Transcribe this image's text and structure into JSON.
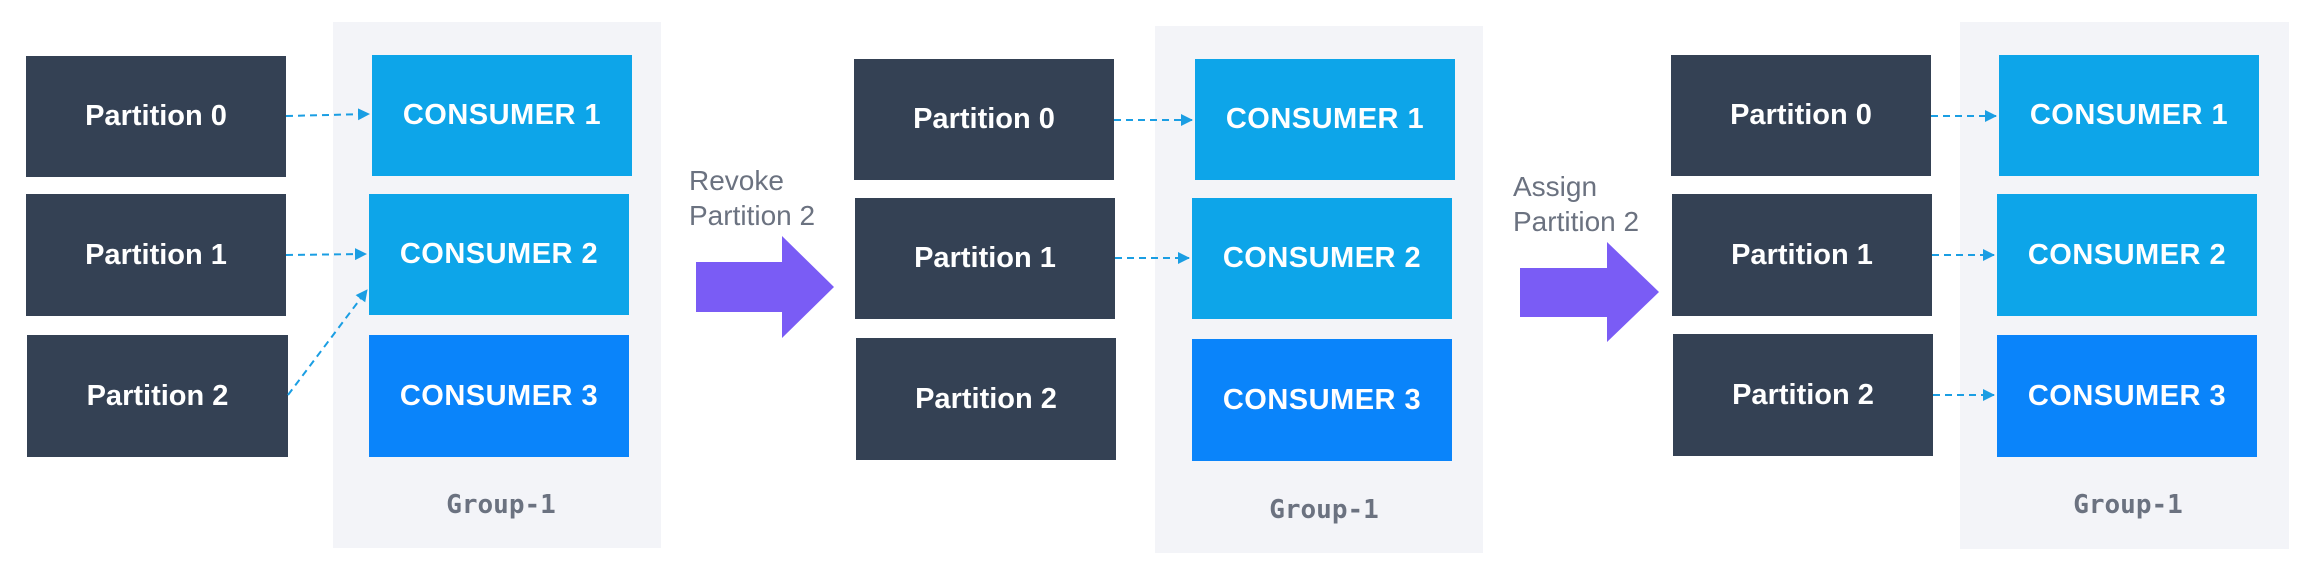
{
  "colors": {
    "partition": "#344154",
    "consumer_1": "#0da5e9",
    "consumer_2": "#0da5e9",
    "consumer_3": "#0a84fa",
    "group_panel": "#f3f4f8",
    "arrow": "#7a5cf5",
    "connector": "#1a9ee3"
  },
  "stages": [
    {
      "partitions": [
        "Partition 0",
        "Partition 1",
        "Partition 2"
      ],
      "consumers": [
        "CONSUMER 1",
        "CONSUMER 2",
        "CONSUMER 3"
      ],
      "group_label": "Group-1",
      "assignments": [
        [
          0,
          0
        ],
        [
          1,
          1
        ],
        [
          2,
          1
        ]
      ]
    },
    {
      "partitions": [
        "Partition 0",
        "Partition 1",
        "Partition 2"
      ],
      "consumers": [
        "CONSUMER 1",
        "CONSUMER 2",
        "CONSUMER 3"
      ],
      "group_label": "Group-1",
      "assignments": [
        [
          0,
          0
        ],
        [
          1,
          1
        ]
      ]
    },
    {
      "partitions": [
        "Partition 0",
        "Partition 1",
        "Partition 2"
      ],
      "consumers": [
        "CONSUMER 1",
        "CONSUMER 2",
        "CONSUMER 3"
      ],
      "group_label": "Group-1",
      "assignments": [
        [
          0,
          0
        ],
        [
          1,
          1
        ],
        [
          2,
          2
        ]
      ]
    }
  ],
  "transitions": [
    {
      "line1": "Revoke",
      "line2": "Partition 2",
      "icon": "arrow-right-icon"
    },
    {
      "line1": "Assign",
      "line2": "Partition 2",
      "icon": "arrow-right-icon"
    }
  ]
}
